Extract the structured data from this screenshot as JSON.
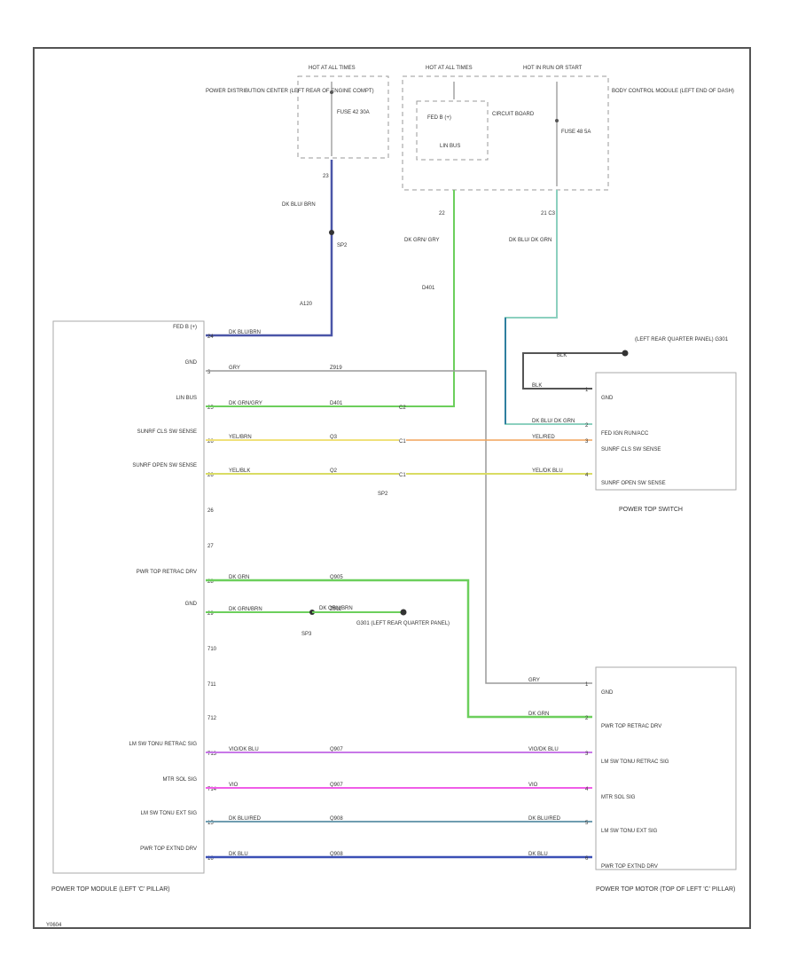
{
  "top": {
    "hot_left": "HOT AT ALL TIMES",
    "hot_mid": "HOT AT ALL TIMES",
    "hot_right": "HOT IN RUN OR START",
    "pdc_label": "POWER DISTRIBUTION CENTER (LEFT REAR OF ENGINE COMPT)",
    "pdc_fuse": "FUSE 42 30A",
    "pdc_pin": "23",
    "fed_b": "FED B (+)",
    "circuit_board": "CIRCUIT BOARD",
    "lin_bus": "LIN BUS",
    "bcm_pin_a": "22",
    "bcm_fuse": "FUSE 48 5A",
    "bcm_pin_b": "21 C3",
    "bcm_label": "BODY CONTROL MODULE (LEFT END OF DASH)"
  },
  "feed_wires": {
    "w1_color": "DK BLU/ BRN",
    "w1_splice": "SP2",
    "w1_circuit": "A120",
    "w2_color": "DK GRN/ GRY",
    "w2_circuit": "D401",
    "w3_color": "DK BLU/ DK GRN"
  },
  "module": {
    "name": "POWER TOP MODULE (LEFT 'C' PILLAR)",
    "rows": [
      {
        "label": "FED B (+)",
        "pin": "24",
        "wire": "DK BLU/BRN",
        "circuit": ""
      },
      {
        "label": "GND",
        "pin": "3",
        "wire": "GRY",
        "circuit": "Z919"
      },
      {
        "label": "LIN BUS",
        "pin": "25",
        "wire": "DK GRN/GRY",
        "circuit": "D401"
      },
      {
        "label": "SUNRF CLS SW SENSE",
        "pin": "26",
        "wire": "YEL/BRN",
        "circuit": "Q3"
      },
      {
        "label": "SUNRF OPEN SW SENSE",
        "pin": "26",
        "wire": "YEL/BLK",
        "circuit": "Q2"
      },
      {
        "label": "",
        "pin": "26",
        "wire": "",
        "circuit": ""
      },
      {
        "label": "",
        "pin": "27",
        "wire": "",
        "circuit": ""
      },
      {
        "label": "PWR TOP RETRAC DRV",
        "pin": "28",
        "wire": "DK GRN",
        "circuit": "Q905"
      },
      {
        "label": "GND",
        "pin": "29",
        "wire": "DK GRN/BRN",
        "circuit": "Z911"
      },
      {
        "label": "",
        "pin": "710",
        "wire": "",
        "circuit": ""
      },
      {
        "label": "",
        "pin": "711",
        "wire": "",
        "circuit": ""
      },
      {
        "label": "",
        "pin": "712",
        "wire": "",
        "circuit": ""
      },
      {
        "label": "LM SW TONU RETRAC SIG",
        "pin": "713",
        "wire": "VIO/DK BLU",
        "circuit": "Q907"
      },
      {
        "label": "MTR SOL SIG",
        "pin": "714",
        "wire": "VIO",
        "circuit": "Q907"
      },
      {
        "label": "LM SW TONU EXT SIG",
        "pin": "15",
        "wire": "DK BLU/RED",
        "circuit": "Q908"
      },
      {
        "label": "PWR TOP EXTND DRV",
        "pin": "16",
        "wire": "DK BLU",
        "circuit": "Q908"
      }
    ]
  },
  "mid": {
    "lin_conn": "C2",
    "sense_conn": "C1",
    "sense_splice": "SP2",
    "gnd_wire": "DK GRN/BRN",
    "gnd_splice": "SP3",
    "g301": "G301 (LEFT REAR QUARTER PANEL)"
  },
  "switch": {
    "name": "POWER TOP SWITCH",
    "gnd_label": "(LEFT REAR QUARTER PANEL) G301",
    "blk_wire": "BLK",
    "rows": [
      {
        "label": "GND",
        "wire": "BLK",
        "pin": "1"
      },
      {
        "label": "FED IGN RUN/ACC",
        "wire": "DK BLU/ DK GRN",
        "pin": "2"
      },
      {
        "label": "SUNRF CLS SW SENSE",
        "wire": "YEL/RED",
        "pin": "3"
      },
      {
        "label": "SUNRF OPEN SW SENSE",
        "wire": "YEL/DK BLU",
        "pin": "4"
      }
    ]
  },
  "motor": {
    "name": "POWER TOP MOTOR (TOP OF LEFT 'C' PILLAR)",
    "rows": [
      {
        "label": "GND",
        "wire": "GRY",
        "pin": "1"
      },
      {
        "label": "PWR TOP RETRAC DRV",
        "wire": "DK GRN",
        "pin": "2"
      },
      {
        "label": "LM SW TONU RETRAC SIG",
        "wire": "VIO/DK BLU",
        "pin": "3"
      },
      {
        "label": "MTR SOL SIG",
        "wire": "VIO",
        "pin": "4"
      },
      {
        "label": "LM SW TONU EXT SIG",
        "wire": "DK BLU/RED",
        "pin": "5"
      },
      {
        "label": "PWR TOP EXTND DRV",
        "wire": "DK BLU",
        "pin": "6"
      }
    ]
  },
  "footer": {
    "code": "Y0604"
  },
  "colors": {
    "frame": "#555555",
    "box": "#a9a9a9",
    "blue": "#4a55a8",
    "green": "#6ccf5c",
    "mint": "#8cd0bf",
    "teal": "#2f7f9f",
    "gray": "#9a9a9a",
    "yellow": "#f0e17a",
    "orange": "#f2a45a",
    "yel_green": "#d9dc63",
    "violet": "#c878e8",
    "magenta": "#f05ee8",
    "slate": "#6f9db0",
    "navy": "#3b50b5"
  }
}
